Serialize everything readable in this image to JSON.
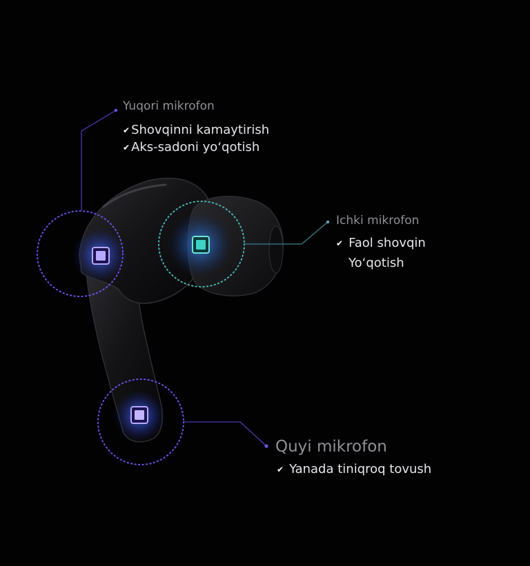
{
  "colors": {
    "background": "#020203",
    "title_text": "#8f8f95",
    "feature_text": "#e6e6ea",
    "leader_line": "#4a3bb0",
    "top_ring": "#6a4fe0",
    "inner_ring": "#4ab0b0",
    "bottom_ring": "#6a4fe0",
    "chip_purple": "#b9a8ff",
    "chip_teal": "#3fd1c6"
  },
  "icons": {
    "check": "check-icon",
    "mic_chip": "microphone-chip-icon"
  },
  "mics": {
    "top": {
      "title": "Yuqori mikrofon",
      "features": [
        "Shovqinni kamaytirish",
        "Aks-sadoni yoʻqotish"
      ]
    },
    "inner": {
      "title": "Ichki mikrofon",
      "features": [
        "Faol shovqin",
        "Yoʻqotish"
      ]
    },
    "bottom": {
      "title": "Quyi mikrofon",
      "features": [
        "Yanada tiniqroq tovush"
      ]
    }
  }
}
